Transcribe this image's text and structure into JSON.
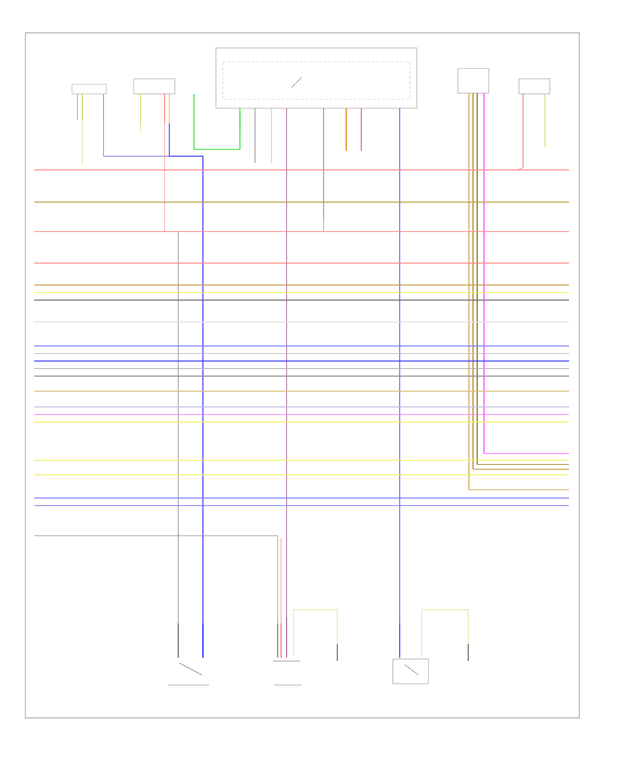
{
  "diagram": {
    "footer_code": "",
    "components": [
      {
        "id": "left-rear-brake-pad-sensor",
        "text": ""
      },
      {
        "id": "left-front-brake-pad-sensor",
        "text": ""
      },
      {
        "id": "instrument-cluster",
        "text": ""
      },
      {
        "id": "brake-fluid-level-sensor",
        "text": ""
      },
      {
        "id": "right-front-brake-pad-sensor",
        "text": ""
      },
      {
        "id": "parking-brake-switch",
        "text": ""
      },
      {
        "id": "oil-level-thermal-sensor",
        "text": ""
      },
      {
        "id": "oil-pressure-switch",
        "text": ""
      }
    ],
    "bus_lines": [
      {
        "name": "bus-line-1",
        "color": "#ff8c8c",
        "label_left": "",
        "label_right": ""
      },
      {
        "name": "bus-line-2",
        "color": "#b8a44a",
        "label_left": "",
        "label_right": ""
      },
      {
        "name": "bus-line-3",
        "color": "#ff8c8c",
        "label_left": "",
        "label_right": ""
      },
      {
        "name": "bus-line-4",
        "color": "#ff8c8c",
        "label_left": "",
        "label_right": ""
      },
      {
        "name": "bus-line-5",
        "color": "#c8a050",
        "label_left": "",
        "label_right": ""
      },
      {
        "name": "bus-line-6",
        "color": "#f0f060",
        "label_left": "",
        "label_right": ""
      },
      {
        "name": "bus-line-7",
        "color": "#707070",
        "label_left": "",
        "label_right": ""
      },
      {
        "name": "bus-line-8",
        "color": "#e0e0e0",
        "label_left": "",
        "label_right": ""
      },
      {
        "name": "bus-line-9",
        "color": "#8080ff",
        "label_left": "",
        "label_right": ""
      },
      {
        "name": "bus-line-10",
        "color": "#c0c0c0",
        "label_left": "",
        "label_right": ""
      },
      {
        "name": "bus-line-11",
        "color": "#4040ff",
        "label_left": "",
        "label_right": ""
      },
      {
        "name": "bus-line-12",
        "color": "#b0b0b0",
        "label_left": "",
        "label_right": ""
      },
      {
        "name": "bus-line-13",
        "color": "#909090",
        "label_left": "",
        "label_right": ""
      },
      {
        "name": "bus-line-14",
        "color": "#d8c080",
        "label_left": "",
        "label_right": ""
      },
      {
        "name": "bus-line-15",
        "color": "#c0c0e0",
        "label_left": "",
        "label_right": ""
      },
      {
        "name": "bus-line-16",
        "color": "#ff80ff",
        "label_left": "",
        "label_right": ""
      },
      {
        "name": "bus-line-17",
        "color": "#f0f060",
        "label_left": "",
        "label_right": ""
      },
      {
        "name": "bus-line-18",
        "color": "#f0f060",
        "label_left": "",
        "label_right": ""
      },
      {
        "name": "bus-line-19",
        "color": "#f0f060",
        "label_left": "",
        "label_right": ""
      },
      {
        "name": "bus-line-20",
        "color": "#8080ff",
        "label_left": "",
        "label_right": ""
      },
      {
        "name": "bus-line-21",
        "color": "#8080ff",
        "label_left": "",
        "label_right": ""
      }
    ]
  }
}
